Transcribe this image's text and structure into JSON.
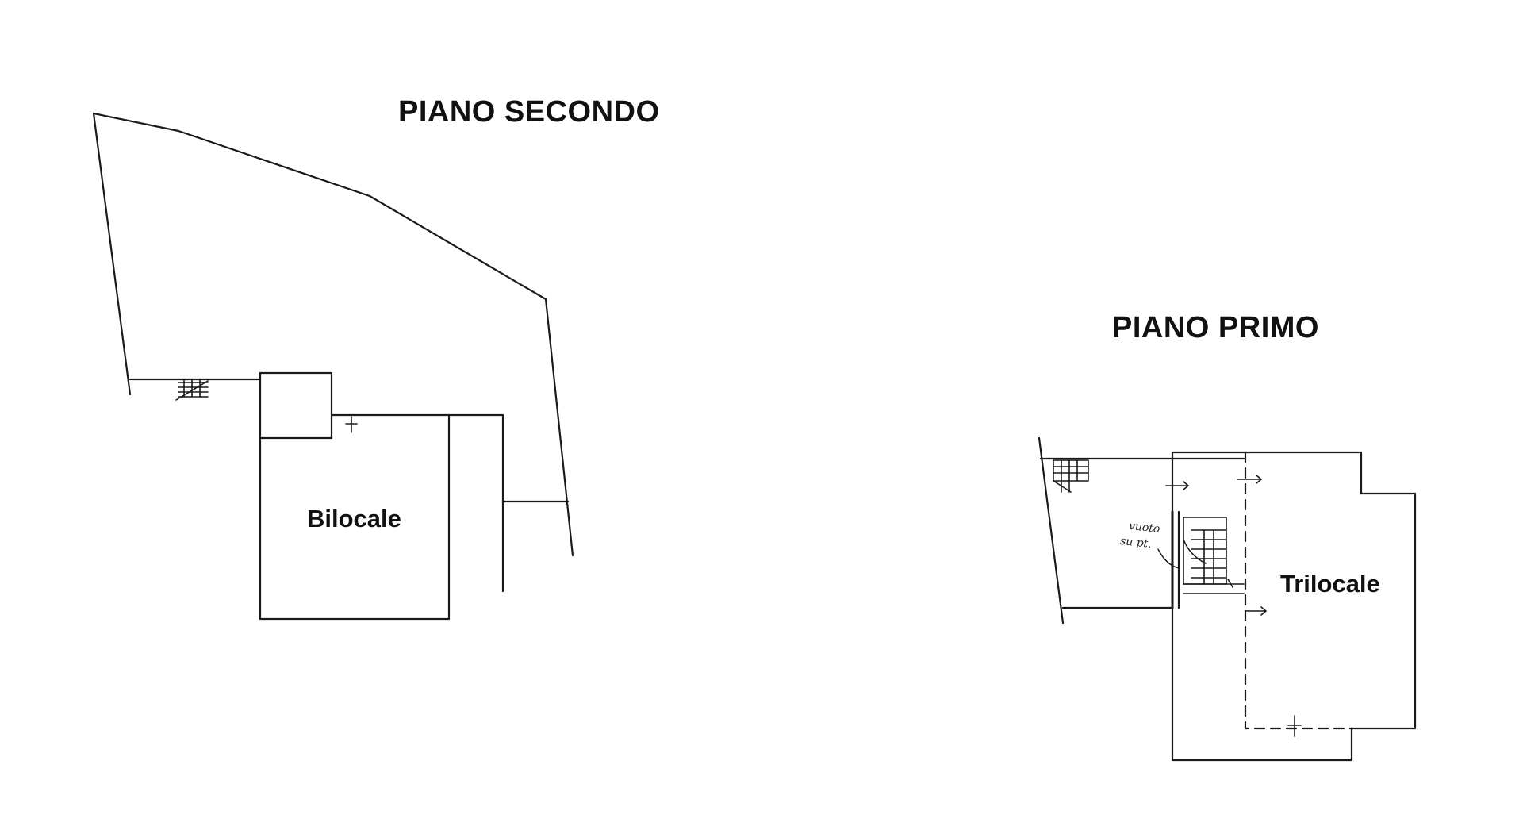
{
  "floors": {
    "second": {
      "title": "PIANO SECONDO",
      "room_label": "Bilocale"
    },
    "first": {
      "title": "PIANO PRIMO",
      "room_label": "Trilocale",
      "note_line_1": "vuoto",
      "note_line_2": "su pt."
    }
  },
  "colors": {
    "line": "#1a1a1a",
    "background": "#ffffff"
  }
}
